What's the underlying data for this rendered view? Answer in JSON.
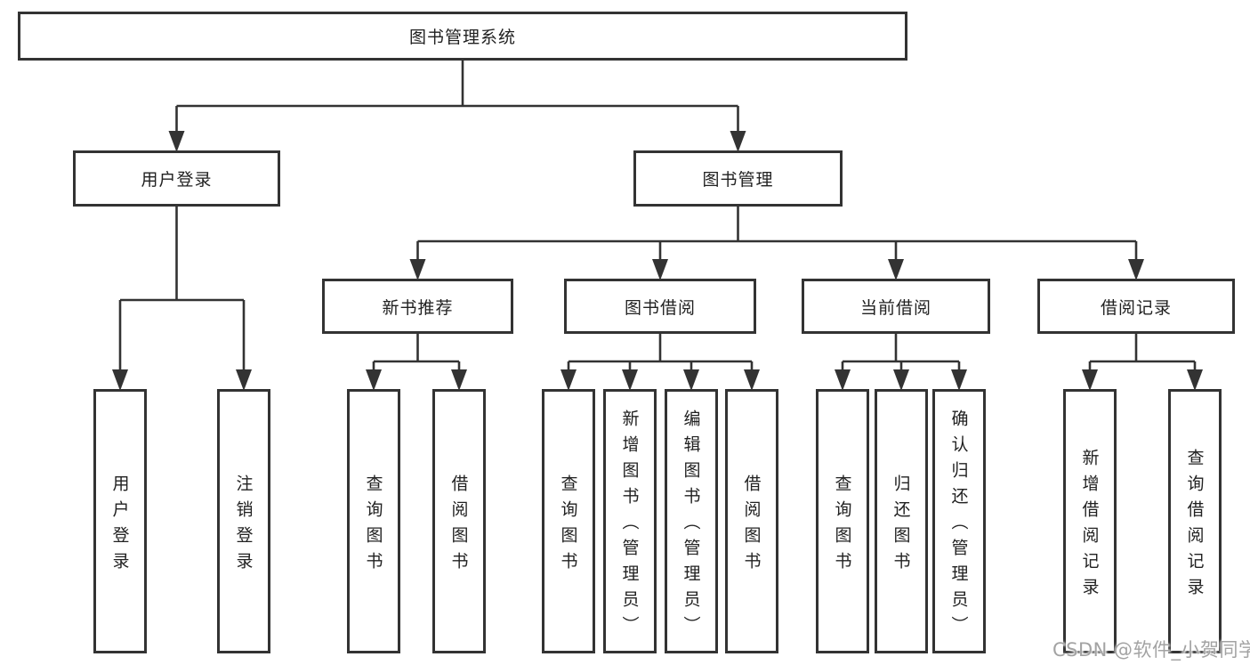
{
  "diagram": {
    "root": {
      "label": "图书管理系统"
    },
    "level2": {
      "user_login": {
        "label": "用户登录"
      },
      "book_management": {
        "label": "图书管理"
      }
    },
    "level3": {
      "new_book_recommend": {
        "label": "新书推荐"
      },
      "book_borrowing": {
        "label": "图书借阅"
      },
      "current_borrowing": {
        "label": "当前借阅"
      },
      "borrowing_records": {
        "label": "借阅记录"
      }
    },
    "level4": {
      "ul_login": {
        "label": "用户登录"
      },
      "ul_logout": {
        "label": "注销登录"
      },
      "nbr_query": {
        "label": "查询图书"
      },
      "nbr_borrow": {
        "label": "借阅图书"
      },
      "bb_query": {
        "label": "查询图书"
      },
      "bb_add": {
        "label": "新增图书（管理员）"
      },
      "bb_edit": {
        "label": "编辑图书（管理员）"
      },
      "bb_borrow": {
        "label": "借阅图书"
      },
      "cb_query": {
        "label": "查询图书"
      },
      "cb_return": {
        "label": "归还图书"
      },
      "cb_confirm": {
        "label": "确认归还（管理员）"
      },
      "br_add": {
        "label": "新增借阅记录"
      },
      "br_query": {
        "label": "查询借阅记录"
      }
    }
  },
  "watermark": {
    "text": "CSDN @软件_小贺同学"
  },
  "colors": {
    "line": "#333333",
    "text": "#212121",
    "background": "#ffffff",
    "watermark": "#a3a3a3"
  }
}
